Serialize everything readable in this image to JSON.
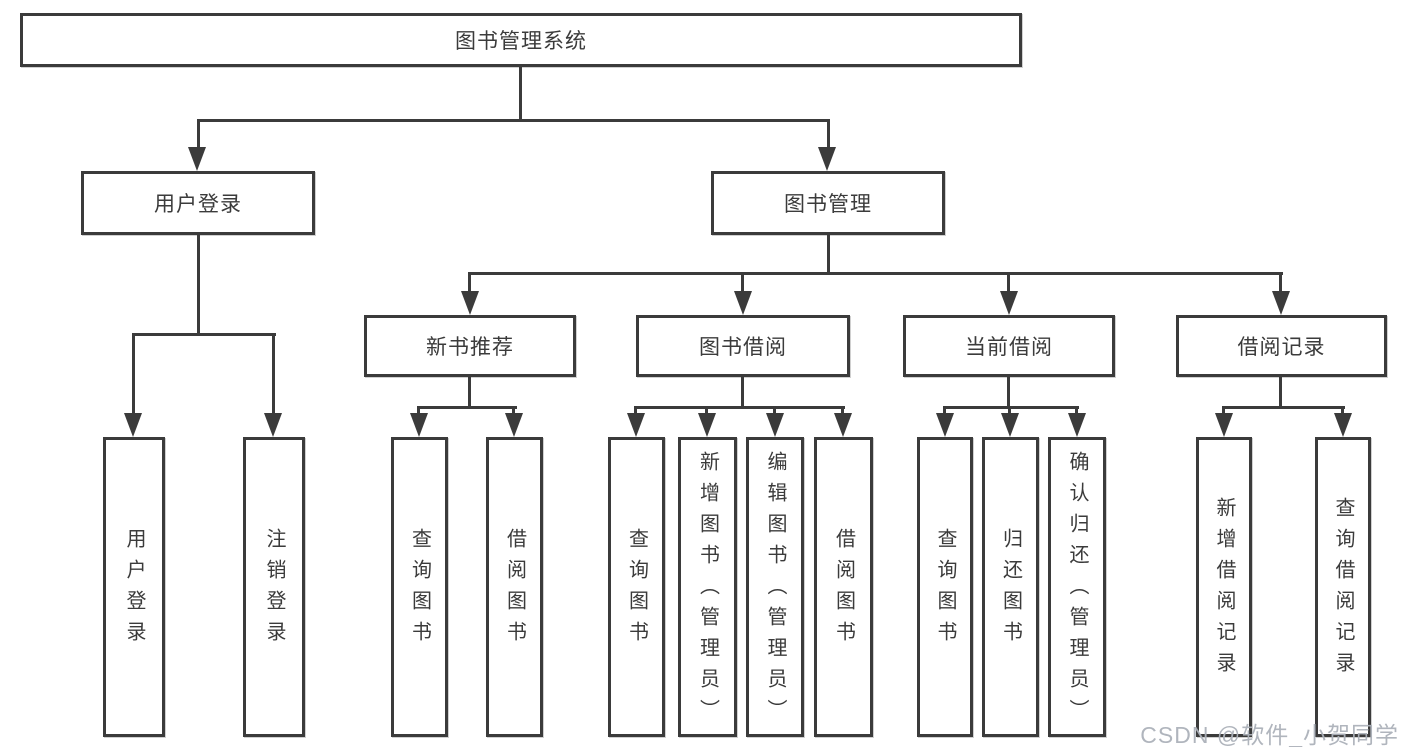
{
  "diagram": {
    "root": {
      "label": "图书管理系统"
    },
    "level2": [
      {
        "label": "用户登录"
      },
      {
        "label": "图书管理"
      }
    ],
    "level3": [
      {
        "label": "新书推荐",
        "parent": "图书管理"
      },
      {
        "label": "图书借阅",
        "parent": "图书管理"
      },
      {
        "label": "当前借阅",
        "parent": "图书管理"
      },
      {
        "label": "借阅记录",
        "parent": "图书管理"
      }
    ],
    "leaves": [
      {
        "label": "用户登录",
        "parent": "用户登录"
      },
      {
        "label": "注销登录",
        "parent": "用户登录"
      },
      {
        "label": "查询图书",
        "parent": "新书推荐"
      },
      {
        "label": "借阅图书",
        "parent": "新书推荐"
      },
      {
        "label": "查询图书",
        "parent": "图书借阅"
      },
      {
        "label": "新增图书（管理员）",
        "parent": "图书借阅"
      },
      {
        "label": "编辑图书（管理员）",
        "parent": "图书借阅"
      },
      {
        "label": "借阅图书",
        "parent": "图书借阅"
      },
      {
        "label": "查询图书",
        "parent": "当前借阅"
      },
      {
        "label": "归还图书",
        "parent": "当前借阅"
      },
      {
        "label": "确认归还（管理员）",
        "parent": "当前借阅"
      },
      {
        "label": "新增借阅记录",
        "parent": "借阅记录"
      },
      {
        "label": "查询借阅记录",
        "parent": "借阅记录"
      }
    ],
    "colors": {
      "line": "#3b3b3b",
      "text": "#3b3b3b",
      "background": "#ffffff",
      "watermark": "#acb1b9"
    }
  },
  "watermark": {
    "text": "CSDN @软件_小贺同学"
  }
}
